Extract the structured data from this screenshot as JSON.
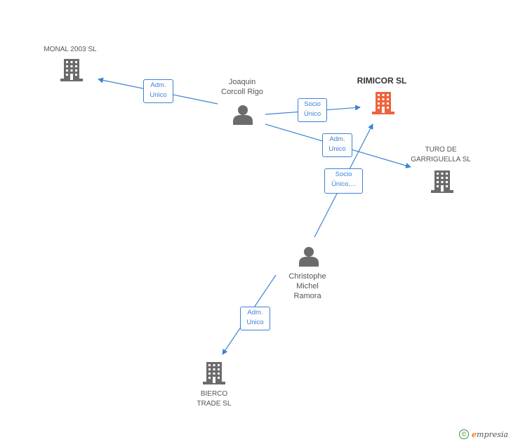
{
  "colors": {
    "edge": "#3b82d6",
    "building_default": "#6b6b6b",
    "building_main": "#f0623a",
    "person": "#6b6b6b",
    "brand_accent": "#f07c22"
  },
  "nodes": {
    "monal": {
      "label": "MONAL 2003 SL",
      "icon": "building-icon"
    },
    "joaquin": {
      "label": "Joaquin\nCorcoll Rigo",
      "icon": "person-icon"
    },
    "rimicor": {
      "label": "RIMICOR SL",
      "icon": "building-icon"
    },
    "turo": {
      "label": "TURO DE\nGARRIGUELLA SL",
      "icon": "building-icon"
    },
    "christophe": {
      "label": "Christophe\nMichel\nRamora",
      "icon": "person-icon"
    },
    "bierco": {
      "label": "BIERCO\nTRADE SL",
      "icon": "building-icon"
    }
  },
  "edges": {
    "joaquin_monal": "Adm.\nUnico",
    "joaquin_rimicor": "Socio\nÚnico",
    "joaquin_turo": "Adm.\nUnico",
    "christophe_rimicor": "Socio\nÚnico,...",
    "christophe_bierco": "Adm.\nUnico"
  },
  "footer": {
    "copyright_symbol": "©",
    "brand_initial": "e",
    "brand_rest": "mpresia"
  }
}
